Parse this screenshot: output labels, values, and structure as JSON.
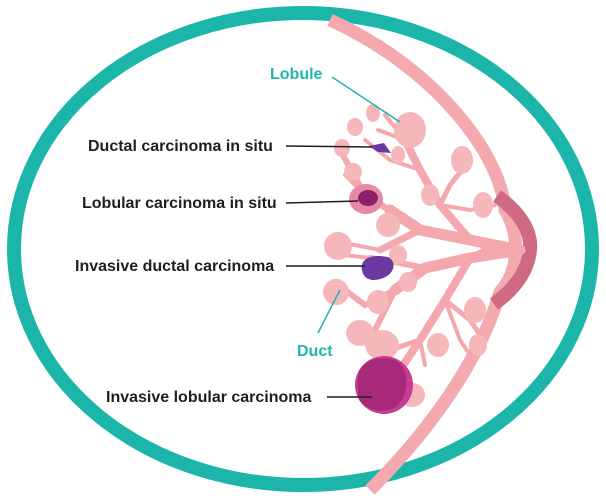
{
  "labels": {
    "lobule": "Lobule",
    "dcis": "Ductal carcinoma in situ",
    "lcis": "Lobular carcinoma in situ",
    "idc": "Invasive ductal carcinoma",
    "duct": "Duct",
    "ilc": "Invasive lobular carcinoma"
  },
  "colors": {
    "oval_border": "#1cb5aa",
    "breast_outline": "#f3a9ae",
    "nipple": "#cf6a82",
    "lobule_fill": "#f6b7bb",
    "duct_fill": "#f4a7ad",
    "tumor_purple": "#6a3aa0",
    "tumor_magenta": "#a8287a",
    "lcis_dark": "#8b1e6a",
    "label_text": "#1f1f1f",
    "label_teal": "#1fb5ad"
  }
}
